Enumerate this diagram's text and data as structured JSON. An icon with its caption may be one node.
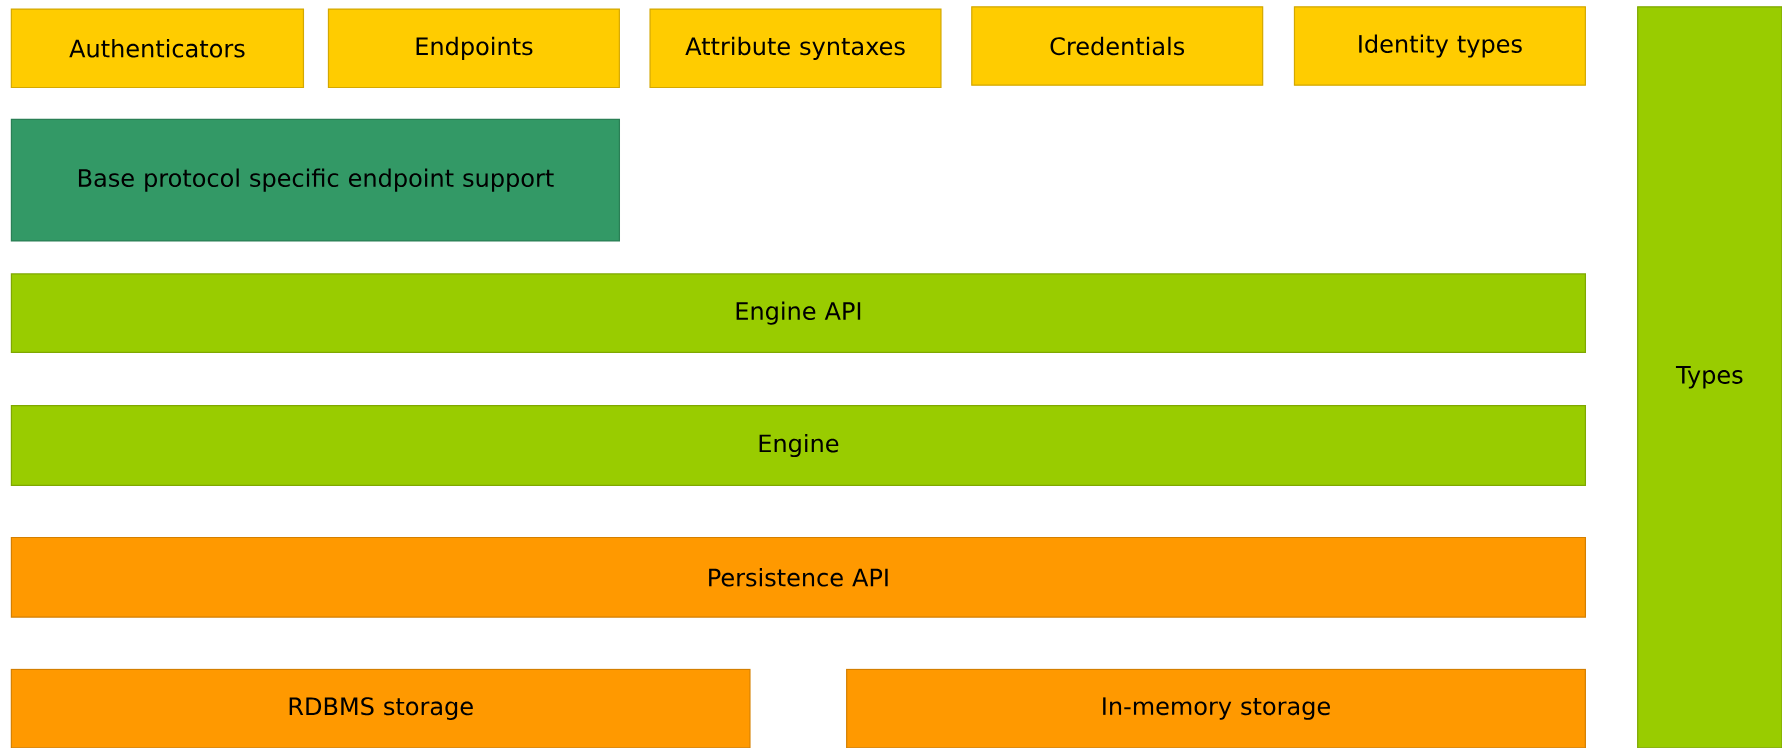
{
  "diagram": {
    "nodes": [
      {
        "text": [
          "Authenticators"
        ]
      },
      {
        "text": [
          "Endpoints"
        ]
      },
      {
        "text": [
          "Attribute syntaxes"
        ]
      },
      {
        "text": [
          "Credentials"
        ]
      },
      {
        "text": [
          "Identity types"
        ]
      },
      {
        "text": [
          "Base protocol specific endpoint support"
        ]
      },
      {
        "text": [
          "Engine API"
        ]
      },
      {
        "text": [
          "Engine"
        ]
      },
      {
        "text": [
          "Persistence API"
        ]
      },
      {
        "text": [
          "RDBMS storage"
        ]
      },
      {
        "text": [
          "In-memory storage"
        ]
      },
      {
        "text": [
          "Types"
        ]
      }
    ]
  }
}
